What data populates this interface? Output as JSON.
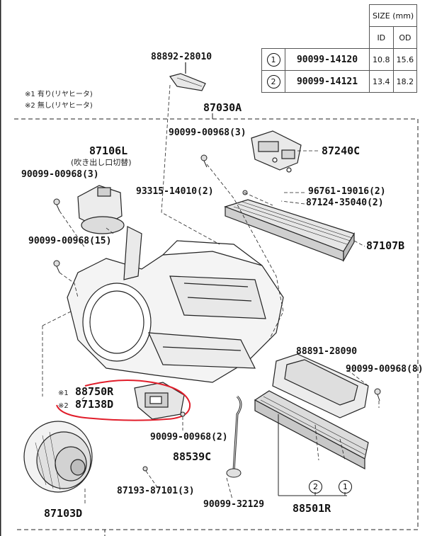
{
  "size_table": {
    "title": "SIZE (mm)",
    "col_id": "ID",
    "col_od": "OD",
    "rows": [
      {
        "ref": "1",
        "part": "90099-14120",
        "id": "10.8",
        "od": "15.6"
      },
      {
        "ref": "2",
        "part": "90099-14121",
        "id": "13.4",
        "od": "18.2"
      }
    ]
  },
  "notes": {
    "note1": "※1 有り(リヤヒータ)",
    "note2": "※2 無し(リヤヒータ)"
  },
  "labels": {
    "p88892": "88892-28010",
    "p87030a": "87030A",
    "p90099_3_top": "90099-00968(3)",
    "p87240c": "87240C",
    "p87106l": "87106L",
    "p87106l_sub": "(吹き出し口切替)",
    "p90099_3_left": "90099-00968(3)",
    "p93315": "93315-14010(2)",
    "p96761": "96761-19016(2)",
    "p87124": "87124-35040(2)",
    "p90099_15": "90099-00968(15)",
    "p87107b": "87107B",
    "p88891": "88891-28090",
    "p90099_8": "90099-00968(8)",
    "p88750r_mark": "※1",
    "p88750r": "88750R",
    "p87138d_mark": "※2",
    "p87138d": "87138D",
    "p90099_2": "90099-00968(2)",
    "p88539c": "88539C",
    "p87193": "87193-87101(3)",
    "p87103d": "87103D",
    "p90099_32129": "90099-32129",
    "p88501r": "88501R",
    "hose_ref_2": "2",
    "hose_ref_1": "1"
  },
  "colors": {
    "highlight": "#e11d2a",
    "line": "#222222"
  }
}
